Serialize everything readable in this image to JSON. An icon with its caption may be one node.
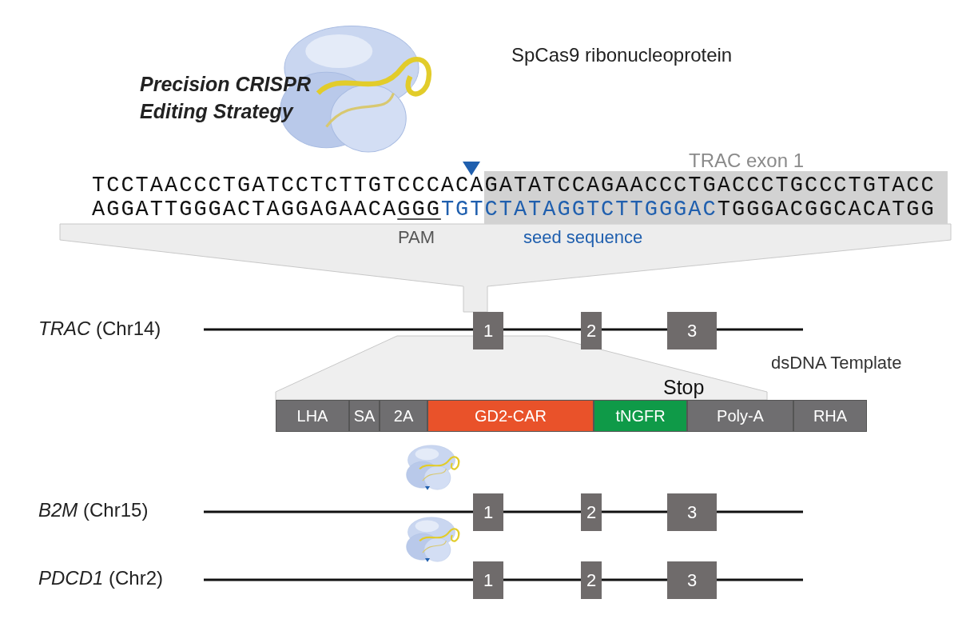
{
  "diagram": {
    "title": "Precision CRISPR Editing Strategy",
    "nodes": [
      {
        "text": [
          "1"
        ]
      },
      {
        "text": [
          "2"
        ]
      },
      {
        "text": [
          "3"
        ]
      },
      {
        "text": [
          "LHA"
        ]
      },
      {
        "text": [
          "SA"
        ]
      },
      {
        "text": [
          "2A"
        ]
      },
      {
        "text": [
          "GD2-CAR"
        ]
      },
      {
        "text": [
          "tNGFR"
        ]
      },
      {
        "text": [
          "Poly-A"
        ]
      },
      {
        "text": [
          "RHA"
        ]
      },
      {
        "text": [
          "1"
        ]
      },
      {
        "text": [
          "2"
        ]
      },
      {
        "text": [
          "3"
        ]
      },
      {
        "text": [
          "1"
        ]
      },
      {
        "text": [
          "2"
        ]
      },
      {
        "text": [
          "3"
        ]
      }
    ],
    "labels": [
      "SpCas9 ribonucleoprotein",
      "TRAC exon 1",
      "TCCTAACCCTGATCCTCTTGTCCCACA",
      "GATATCCAGAACCCTGACCCTGCCCTGTACC",
      "AGGATTGGGACTAGGAGAACA",
      "GGG",
      "TGTCTATAGGTCTTGGGAC",
      "TGGGACGGCACATGG",
      "PAM",
      "seed sequence",
      "*TRAC* (Chr14)",
      "dsDNA Template",
      "Stop",
      "*B2M* (Chr15)",
      "*PDCD1* (Chr2)"
    ]
  }
}
